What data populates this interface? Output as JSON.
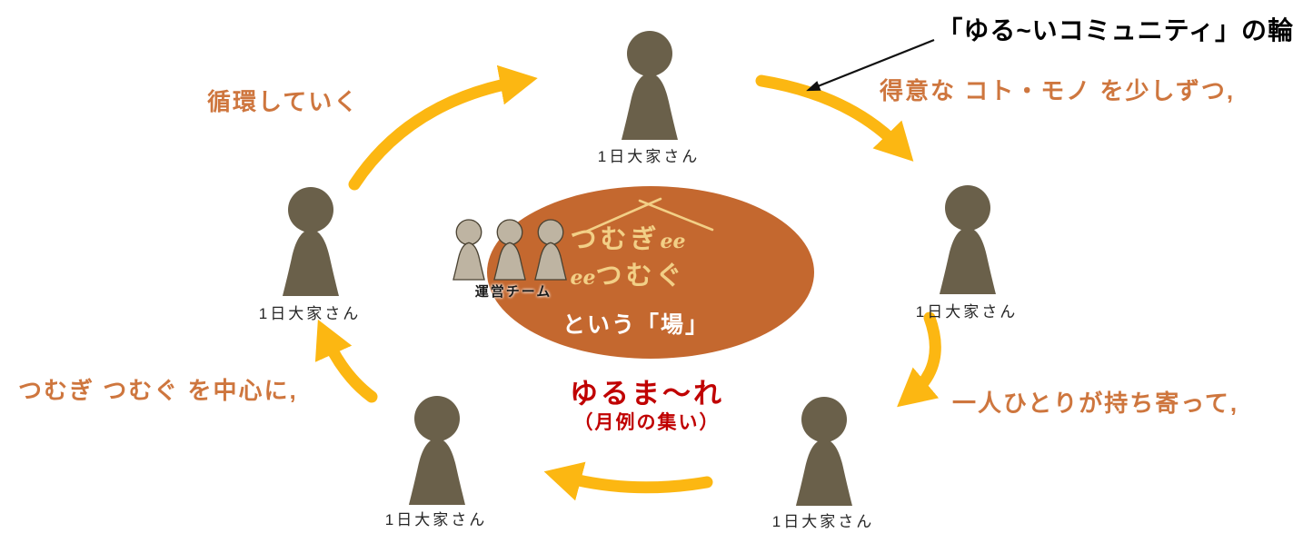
{
  "diagram": {
    "title": "「ゆる~いコミュニティ」の輪",
    "annotations": [
      {
        "id": "top-right",
        "text": "得意な コト・モノ を少しずつ,"
      },
      {
        "id": "right",
        "text": "一人ひとりが持ち寄って,"
      },
      {
        "id": "bottom-left",
        "text": "つむぎ つむぐ を中心に,"
      },
      {
        "id": "top-left",
        "text": "循環していく"
      }
    ],
    "members": [
      {
        "position": "top",
        "label": "1日大家さん"
      },
      {
        "position": "right",
        "label": "1日大家さん"
      },
      {
        "position": "bottom-right",
        "label": "1日大家さん"
      },
      {
        "position": "bottom-left",
        "label": "1日大家さん"
      },
      {
        "position": "left",
        "label": "1日大家さん"
      }
    ],
    "center": {
      "logo_line1": "つむぎ",
      "logo_line2": "つむぐ",
      "logo_flourish": "ee",
      "caption": "という「場」",
      "event_name": "ゆるま～れ",
      "event_sub": "（月例の集い）"
    },
    "team": {
      "label": "運営チーム"
    },
    "colors": {
      "arrow_yellow": "#FCB712",
      "ellipse_orange": "#C4682F",
      "person_brown": "#6A604A",
      "team_fill": "#BEB4A2",
      "team_stroke": "#4A4232",
      "annotation_orange": "#CE763E",
      "event_red": "#C00000",
      "logo_cream": "#F2CF86",
      "title_black": "#000000"
    }
  }
}
